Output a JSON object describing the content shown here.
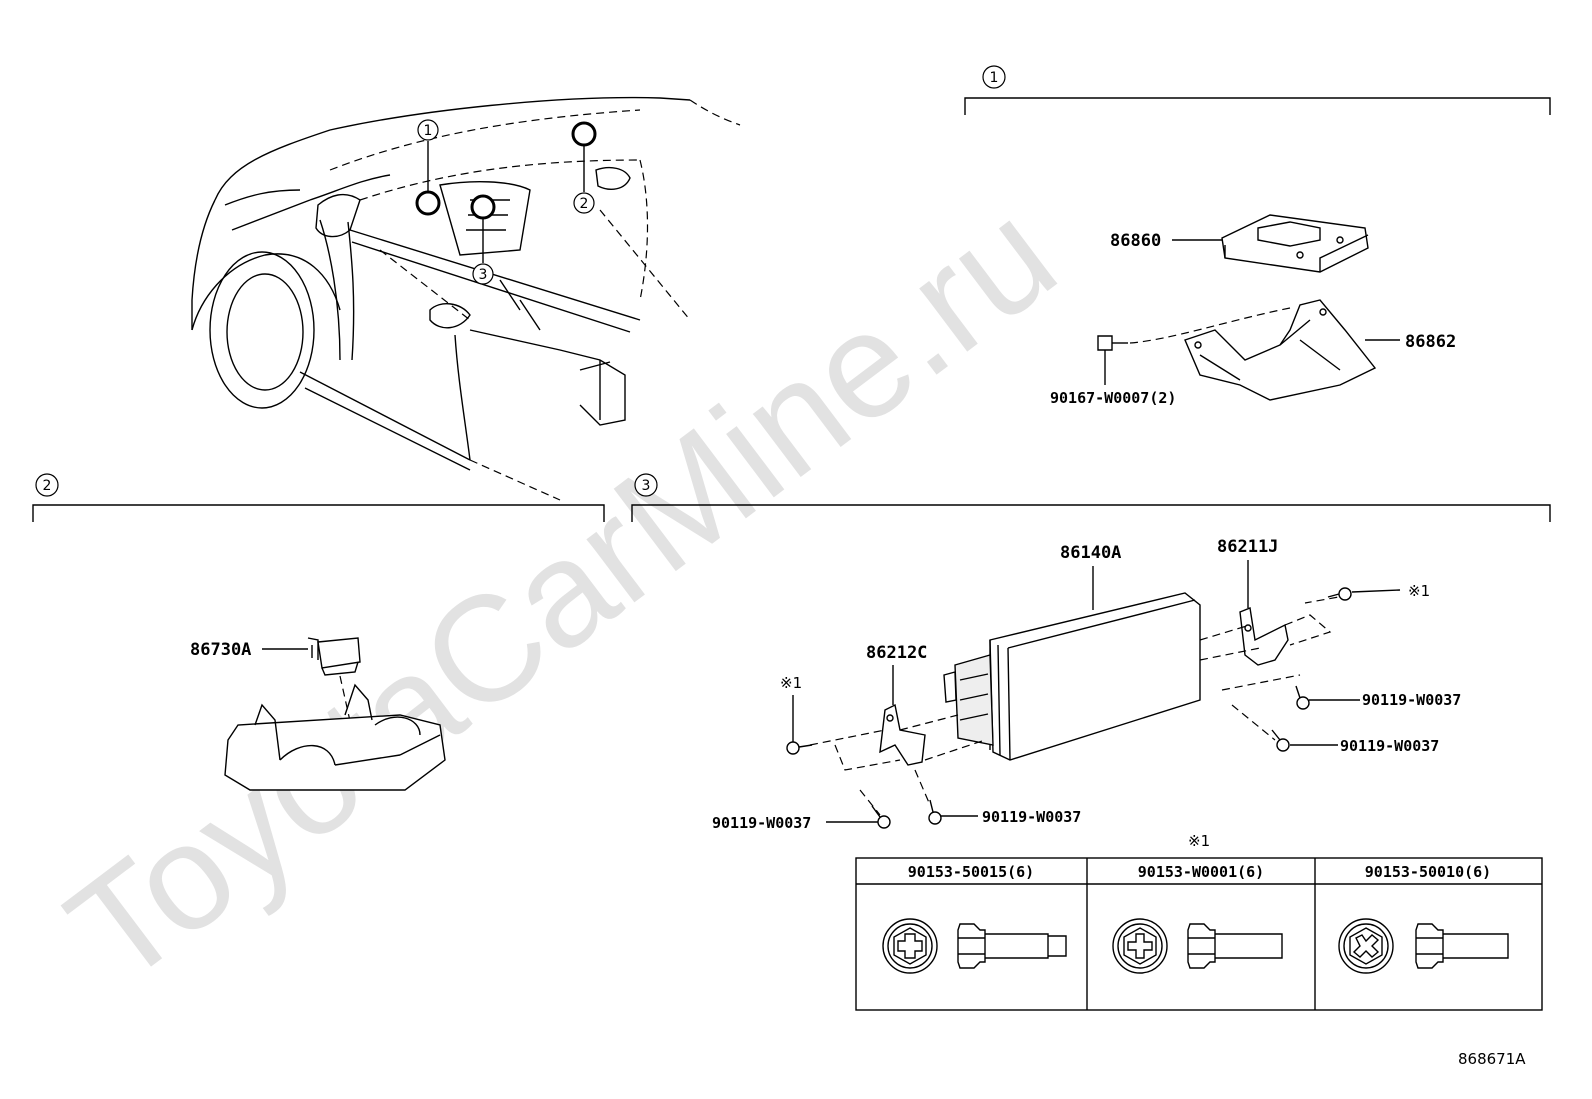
{
  "watermark": "ToyotaCarMine.ru",
  "overview": {
    "callouts": [
      "1",
      "2",
      "3"
    ]
  },
  "section1": {
    "marker": "1",
    "parts": {
      "p86860": "86860",
      "p86862": "86862",
      "p90167": "90167-W0007(2)"
    }
  },
  "section2": {
    "marker": "2",
    "parts": {
      "p86730A": "86730A"
    }
  },
  "section3": {
    "marker": "3",
    "parts": {
      "p86140A": "86140A",
      "p86211J": "86211J",
      "p86212C": "86212C",
      "note_top_right": "※1",
      "note_left": "※1",
      "screw_r1": "90119-W0037",
      "screw_r2": "90119-W0037",
      "screw_bl": "90119-W0037",
      "screw_bm": "90119-W0037"
    }
  },
  "fastener_table": {
    "note": "※1",
    "columns": [
      "90153-50015(6)",
      "90153-W0001(6)",
      "90153-50010(6)"
    ]
  },
  "diagram_ref": "868671A"
}
